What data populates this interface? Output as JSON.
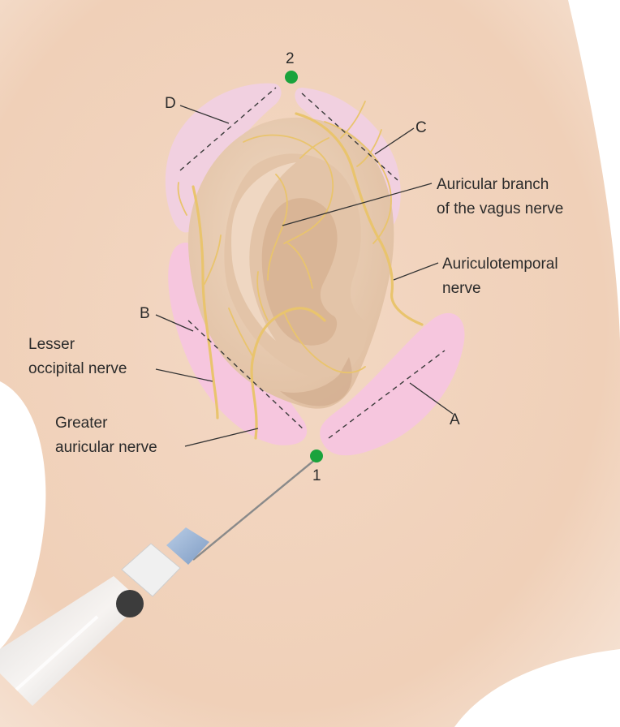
{
  "colors": {
    "skin": "#f0d2bc",
    "skin_light": "#f8eade",
    "ear": "#e9cdb3",
    "ear_shadow": "#d6b294",
    "zone_upper": "#f1d0e0",
    "zone_lower": "#f6c6de",
    "nerve": "#e9c46d",
    "injection_point": "#1aa33c",
    "syringe_hub": "#eeeeee",
    "needle_base": "#9bb7d8"
  },
  "labels": {
    "auricular_vagus": [
      "Auricular branch",
      "of the vagus nerve"
    ],
    "auriculotemporal": [
      "Auriculotemporal",
      "nerve"
    ],
    "lesser_occipital": [
      "Lesser",
      "occipital nerve"
    ],
    "greater_auricular": [
      "Greater",
      "auricular nerve"
    ]
  },
  "zones": {
    "a": "A",
    "b": "B",
    "c": "C",
    "d": "D"
  },
  "injection_points": {
    "p1": "1",
    "p2": "2"
  }
}
